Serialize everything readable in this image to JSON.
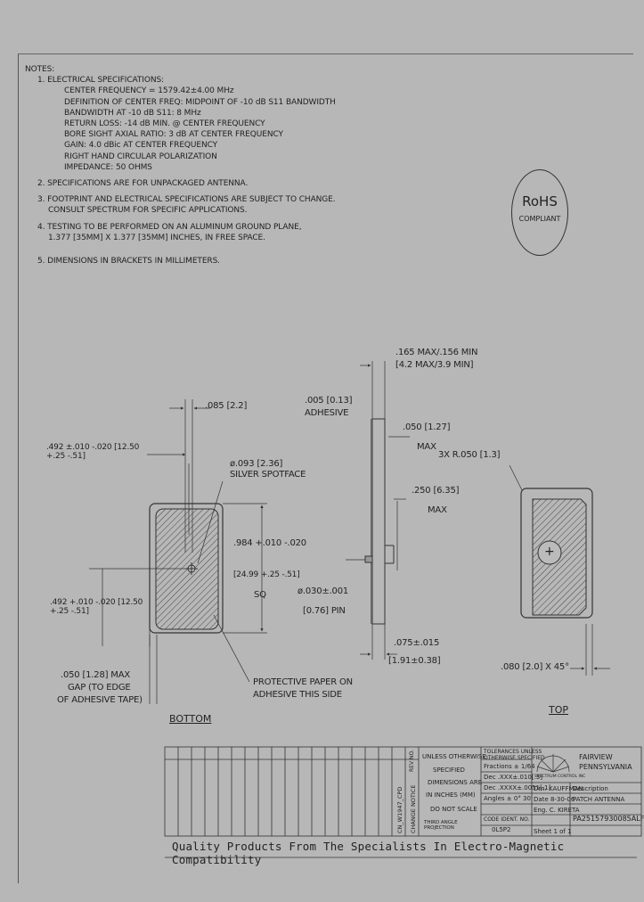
{
  "notes": {
    "heading": "NOTES:",
    "lines": [
      "1. ELECTRICAL SPECIFICATIONS:",
      "CENTER FREQUENCY = 1579.42±4.00 MHz",
      "DEFINITION OF CENTER FREQ: MIDPOINT OF -10 dB S11 BANDWIDTH",
      "BANDWIDTH AT -10 dB S11: 8 MHz",
      "RETURN LOSS: -14 dB MIN. @ CENTER FREQUENCY",
      "BORE SIGHT AXIAL RATIO: 3 dB AT CENTER FREQUENCY",
      "GAIN: 4.0 dBic AT CENTER FREQUENCY",
      "RIGHT HAND CIRCULAR POLARIZATION",
      "IMPEDANCE: 50 OHMS",
      "2. SPECIFICATIONS ARE FOR UNPACKAGED ANTENNA.",
      "3. FOOTPRINT AND ELECTRICAL SPECIFICATIONS ARE SUBJECT TO CHANGE.",
      "CONSULT SPECTRUM FOR SPECIFIC APPLICATIONS.",
      "4. TESTING TO BE PERFORMED ON AN ALUMINUM GROUND PLANE,",
      "1.377 [35MM] X 1.377 [35MM] INCHES, IN FREE SPACE.",
      "5. DIMENSIONS IN BRACKETS IN MILLIMETERS."
    ]
  },
  "rohs": {
    "title": "RoHS",
    "sub": "COMPLIANT"
  },
  "bottom_view": {
    "title": "BOTTOM",
    "dim_085": ".085 [2.2]",
    "dim_492_top": ".492 ±.010 -.020 [12.50 +.25 -.51]",
    "spotface_dia": "ø.093 [2.36]",
    "spotface_label": "SILVER SPOTFACE",
    "dim_984": ".984 +.010 -.020",
    "dim_984_mm": "[24.99 +.25 -.51]",
    "sq": "SQ",
    "dim_492_left": ".492 +.010 -.020 [12.50 +.25 -.51]",
    "gap_line1": ".050 [1.28] MAX",
    "gap_line2": "GAP (TO EDGE",
    "gap_line3": "OF ADHESIVE TAPE)",
    "protective_line1": "PROTECTIVE PAPER ON",
    "protective_line2": "ADHESIVE THIS SIDE"
  },
  "side_view": {
    "dim_165_line1": ".165 MAX/.156 MIN",
    "dim_165_line2": "[4.2 MAX/3.9 MIN]",
    "adhesive_dim": ".005 [0.13]",
    "adhesive_label": "ADHESIVE",
    "dim_050_line1": ".050 [1.27]",
    "dim_050_line2": "MAX",
    "dim_250_line1": ".250 [6.35]",
    "dim_250_line2": "MAX",
    "pin_line1": "ø.030±.001",
    "pin_line2": "[0.76] PIN",
    "dim_075_line1": ".075±.015",
    "dim_075_line2": "[1.91±0.38]"
  },
  "top_view": {
    "title": "TOP",
    "radius": "3X R.050 [1.3]",
    "chamfer": ".080 [2.0] X 45°",
    "plus": "+"
  },
  "title_block": {
    "revision": "CN_W1947_CPD",
    "change_notice": "CHANGE NOTICE",
    "rev_label": "REV NO.",
    "dims_line1": "UNLESS OTHERWISE",
    "dims_line2": "SPECIFIED",
    "dims_line3": "DIMENSIONS ARE",
    "dims_line4": "IN INCHES (MM)",
    "dims_line5": "DO NOT SCALE",
    "third_angle": "THIRD ANGLE PROJECTION",
    "tol_line1": "TOLERANCES UNLESS",
    "tol_line2": "OTHERWISE SPECIFIED",
    "tol_fractions": "Fractions ± 1/64",
    "tol_dec1": "Dec .XXX±.010[.3]",
    "tol_dec2": "Dec .XXXX±.0051[.1]",
    "tol_angles": "Angles ± 0° 30'",
    "code_ident": "CODE IDENT. NO.",
    "code_value": "0L5P2",
    "company": "SPECTRUM CONTROL INC",
    "location_line1": "FAIRVIEW",
    "location_line2": "PENNSYLVANIA",
    "drawn_by": "Drn. KAUFFMAN",
    "description_label": "Description",
    "date": "Date 8-30-06",
    "description": "PATCH ANTENNA",
    "engineer": "Eng. C. KIRETA",
    "part_number": "PA25157930085ALF",
    "sheet": "Sheet 1 of 1"
  },
  "footer": "Quality Products From The Specialists In Electro-Magnetic Compatibility"
}
